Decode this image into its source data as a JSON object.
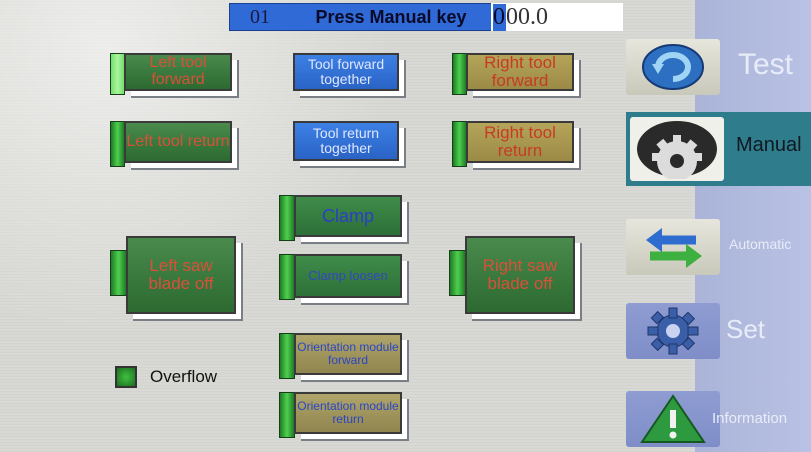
{
  "status": {
    "code": "01",
    "message": "Press Manual key",
    "value_highlight": "0",
    "value_rest": "00.0"
  },
  "buttons": {
    "left_tool_forward": "Left tool forward",
    "tool_forward_together": "Tool forward together",
    "right_tool_forward": "Right tool forward",
    "left_tool_return": "Left tool return",
    "tool_return_together": "Tool return together",
    "right_tool_return": "Right tool return",
    "clamp": "Clamp",
    "clamp_loosen": "Clamp loosen",
    "left_saw_blade_off": "Left saw blade off",
    "right_saw_blade_off": "Right saw blade off",
    "orientation_forward": "Orientation module forward",
    "orientation_return": "Orientation module return"
  },
  "overflow": {
    "label": "Overflow"
  },
  "nav": {
    "test": "Test",
    "manual": "Manual",
    "automatic": "Automatic",
    "set": "Set",
    "information": "Information",
    "active": "manual"
  },
  "colors": {
    "status_bar": "#2f6ad6",
    "sidebar": "#b9c2e4",
    "active_nav": "#2f7d8c"
  }
}
